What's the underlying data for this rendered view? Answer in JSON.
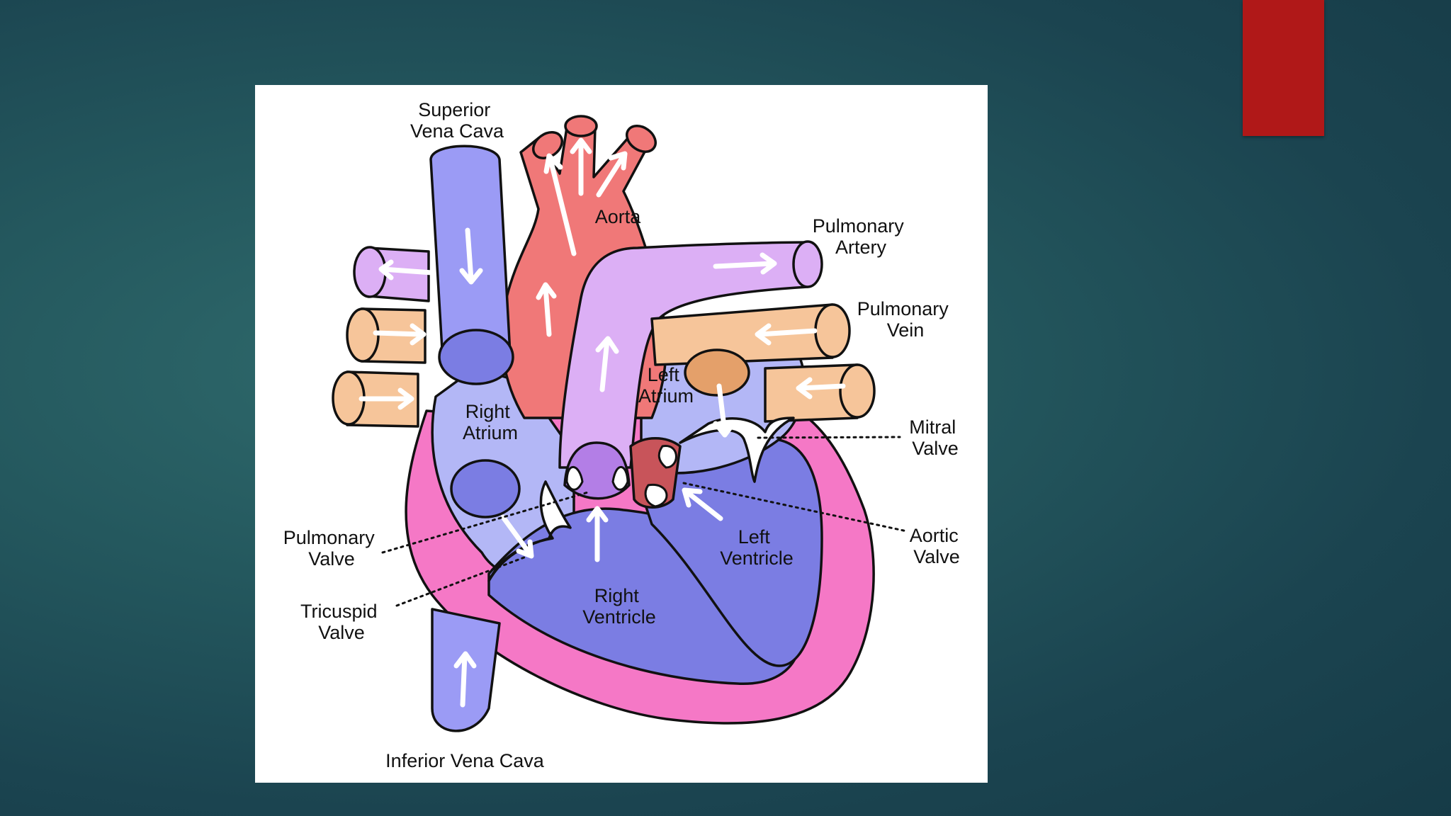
{
  "slide": {
    "accent_color": "#b01818"
  },
  "diagram": {
    "colors": {
      "deoxygenated": "#9b9bf5",
      "oxygenated": "#f07878",
      "pulmonary_artery": "#dcaff5",
      "pulmonary_vein": "#f6c59a",
      "heart_wall": "#f578c6",
      "ventricle": "#7b7de3",
      "atrium": "#b3b7f6"
    },
    "labels": {
      "superior_vena_cava": [
        "Superior",
        "Vena Cava"
      ],
      "aorta": [
        "Aorta"
      ],
      "pulmonary_artery": [
        "Pulmonary",
        "Artery"
      ],
      "pulmonary_vein": [
        "Pulmonary",
        "Vein"
      ],
      "left_atrium": [
        "Left",
        "Atrium"
      ],
      "right_atrium": [
        "Right",
        "Atrium"
      ],
      "mitral_valve": [
        "Mitral",
        "Valve"
      ],
      "aortic_valve": [
        "Aortic",
        "Valve"
      ],
      "left_ventricle": [
        "Left",
        "Ventricle"
      ],
      "right_ventricle": [
        "Right",
        "Ventricle"
      ],
      "pulmonary_valve": [
        "Pulmonary",
        "Valve"
      ],
      "tricuspid_valve": [
        "Tricuspid",
        "Valve"
      ],
      "inferior_vena_cava": [
        "Inferior Vena Cava"
      ]
    }
  }
}
